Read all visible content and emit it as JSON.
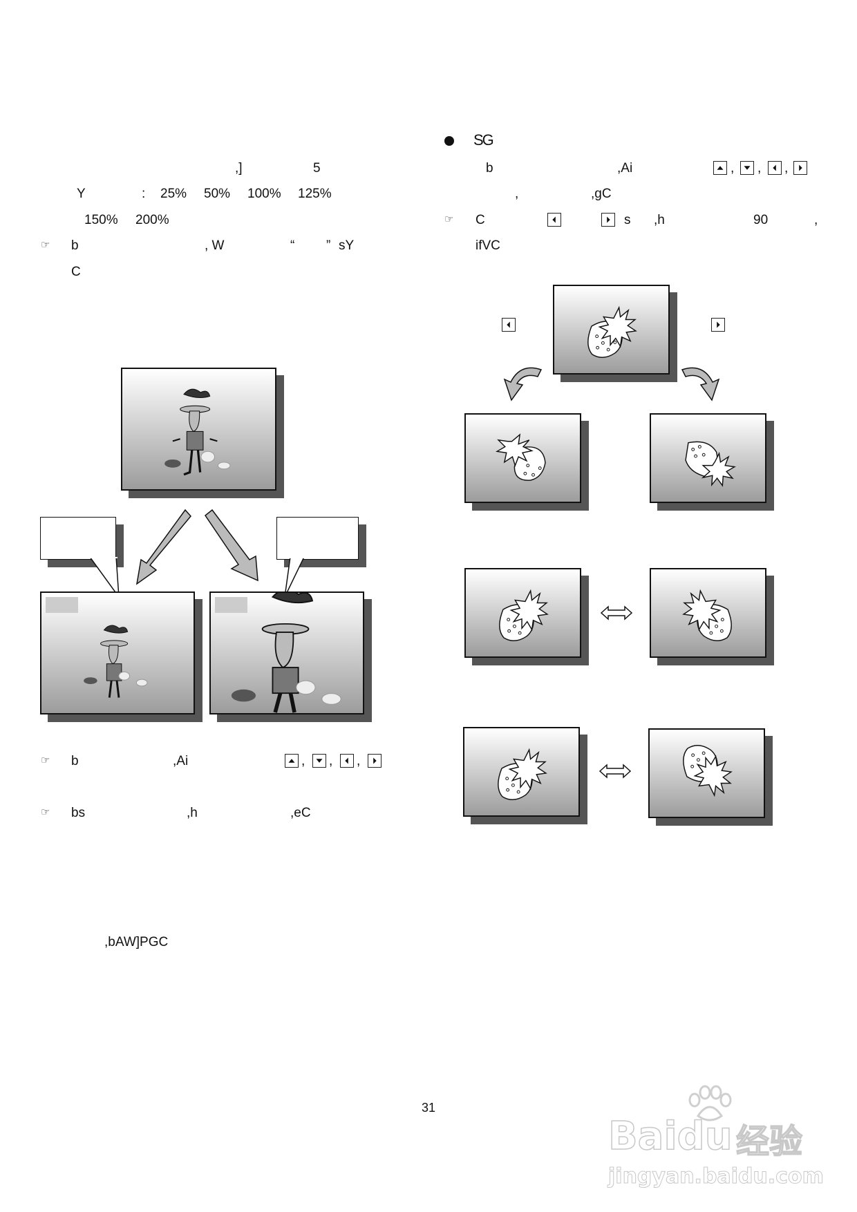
{
  "left": {
    "line1": {
      "a": ",]",
      "b": "5"
    },
    "line2": {
      "a": "Y",
      "b": ":",
      "z1": "25%",
      "z2": "50%",
      "z3": "100%",
      "z4": "125%"
    },
    "line3": {
      "z5": "150%",
      "z6": "200%"
    },
    "note1": {
      "a": "b",
      "b": ", W",
      "c": "“",
      "d": "”",
      "e": "sY",
      "f": "C"
    },
    "note2": {
      "a": "b",
      "b": ",Ai"
    },
    "note3": {
      "a": "bs",
      "b": ",h",
      "c": ",eC"
    },
    "footer": ",bAW]PGC"
  },
  "right": {
    "heading": "SG",
    "line1": {
      "a": "b",
      "b": ",Ai"
    },
    "line2": {
      "a": ",",
      "b": ",gC"
    },
    "note1": {
      "a": "C",
      "b": "s",
      "c": ",h",
      "d": "90",
      "e": ",",
      "f": "ifVC"
    }
  },
  "separator": ",",
  "note_icon": "pointing-hand-icon",
  "keys": [
    "up-arrow-key",
    "down-arrow-key",
    "left-arrow-key",
    "right-arrow-key"
  ],
  "page_number": "31",
  "watermark": {
    "brand": "Baidu",
    "cn": "经验",
    "url": "jingyan.baidu.com"
  }
}
